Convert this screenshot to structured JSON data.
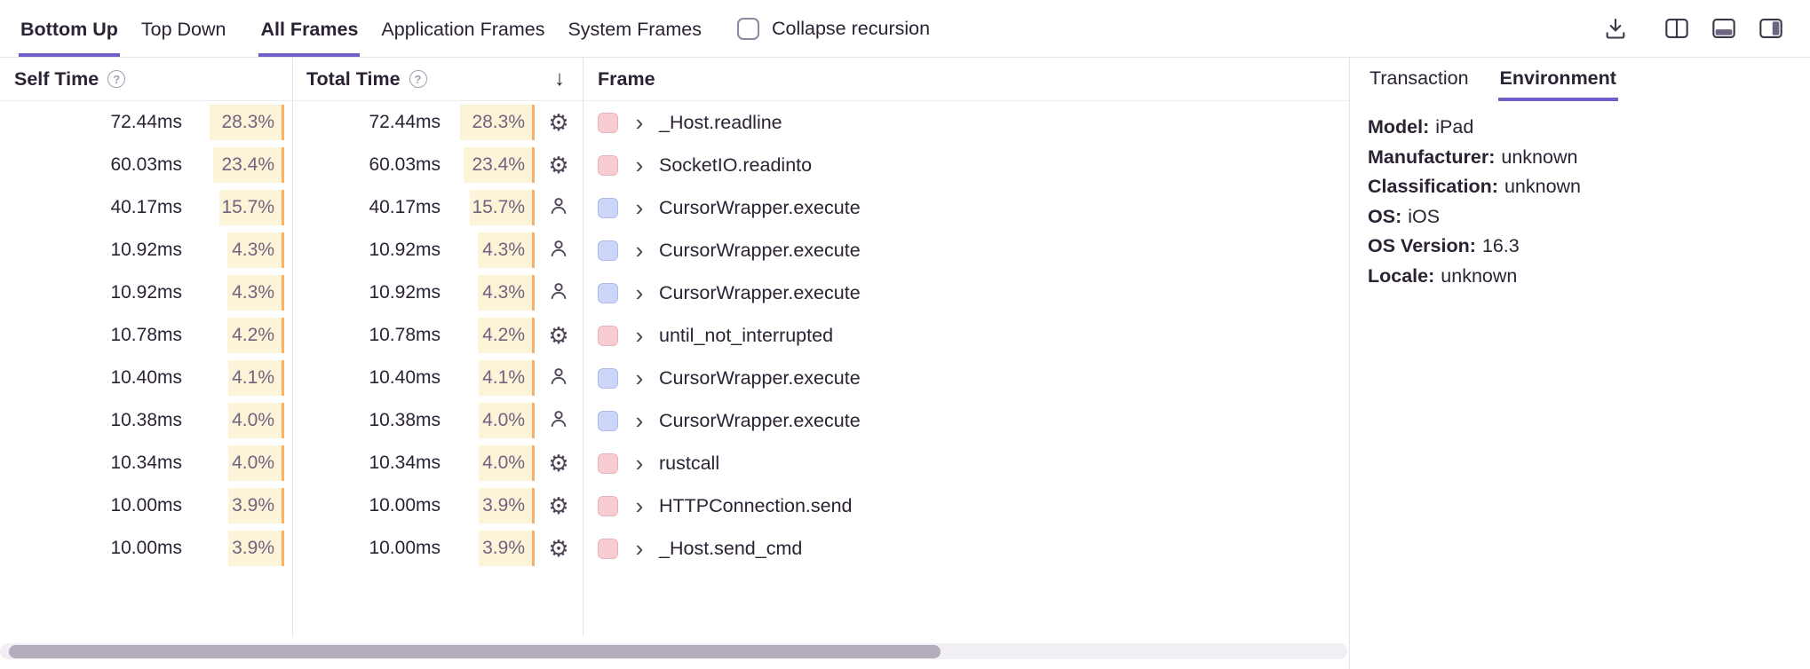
{
  "colors": {
    "accent": "#6c5fc7",
    "pct-bar": "#fcf4d9",
    "pct-edge": "#f7b267",
    "system-chip": "#f7ccd2",
    "app-chip": "#ccd6f9"
  },
  "icons": {
    "help_glyph": "?",
    "sort_desc_glyph": "↓",
    "chevron_glyph": "›",
    "gear_glyph": "⚙"
  },
  "toolbar": {
    "view_tabs": [
      {
        "label": "Bottom Up",
        "active": true
      },
      {
        "label": "Top Down",
        "active": false
      }
    ],
    "frame_tabs": [
      {
        "label": "All Frames",
        "active": true
      },
      {
        "label": "Application Frames",
        "active": false
      },
      {
        "label": "System Frames",
        "active": false
      }
    ],
    "collapse_recursion": {
      "label": "Collapse recursion",
      "checked": false
    }
  },
  "table": {
    "headers": {
      "self_time": "Self Time",
      "total_time": "Total Time",
      "frame": "Frame"
    },
    "rows": [
      {
        "self_time": "72.44ms",
        "self_pct": "28.3%",
        "total_time": "72.44ms",
        "total_pct": "28.3%",
        "pct": 28.3,
        "type": "system",
        "frame": "_Host.readline"
      },
      {
        "self_time": "60.03ms",
        "self_pct": "23.4%",
        "total_time": "60.03ms",
        "total_pct": "23.4%",
        "pct": 23.4,
        "type": "system",
        "frame": "SocketIO.readinto"
      },
      {
        "self_time": "40.17ms",
        "self_pct": "15.7%",
        "total_time": "40.17ms",
        "total_pct": "15.7%",
        "pct": 15.7,
        "type": "application",
        "frame": "CursorWrapper.execute"
      },
      {
        "self_time": "10.92ms",
        "self_pct": "4.3%",
        "total_time": "10.92ms",
        "total_pct": "4.3%",
        "pct": 4.3,
        "type": "application",
        "frame": "CursorWrapper.execute"
      },
      {
        "self_time": "10.92ms",
        "self_pct": "4.3%",
        "total_time": "10.92ms",
        "total_pct": "4.3%",
        "pct": 4.3,
        "type": "application",
        "frame": "CursorWrapper.execute"
      },
      {
        "self_time": "10.78ms",
        "self_pct": "4.2%",
        "total_time": "10.78ms",
        "total_pct": "4.2%",
        "pct": 4.2,
        "type": "system",
        "frame": "until_not_interrupted"
      },
      {
        "self_time": "10.40ms",
        "self_pct": "4.1%",
        "total_time": "10.40ms",
        "total_pct": "4.1%",
        "pct": 4.1,
        "type": "application",
        "frame": "CursorWrapper.execute"
      },
      {
        "self_time": "10.38ms",
        "self_pct": "4.0%",
        "total_time": "10.38ms",
        "total_pct": "4.0%",
        "pct": 4.0,
        "type": "application",
        "frame": "CursorWrapper.execute"
      },
      {
        "self_time": "10.34ms",
        "self_pct": "4.0%",
        "total_time": "10.34ms",
        "total_pct": "4.0%",
        "pct": 4.0,
        "type": "system",
        "frame": "rustcall"
      },
      {
        "self_time": "10.00ms",
        "self_pct": "3.9%",
        "total_time": "10.00ms",
        "total_pct": "3.9%",
        "pct": 3.9,
        "type": "system",
        "frame": "HTTPConnection.send"
      },
      {
        "self_time": "10.00ms",
        "self_pct": "3.9%",
        "total_time": "10.00ms",
        "total_pct": "3.9%",
        "pct": 3.9,
        "type": "system",
        "frame": "_Host.send_cmd"
      }
    ]
  },
  "panel": {
    "tabs": [
      {
        "label": "Transaction",
        "active": false
      },
      {
        "label": "Environment",
        "active": true
      }
    ],
    "fields": [
      {
        "label": "Model:",
        "value": "iPad"
      },
      {
        "label": "Manufacturer:",
        "value": "unknown"
      },
      {
        "label": "Classification:",
        "value": "unknown"
      },
      {
        "label": "OS:",
        "value": "iOS"
      },
      {
        "label": "OS Version:",
        "value": "16.3"
      },
      {
        "label": "Locale:",
        "value": "unknown"
      }
    ]
  }
}
